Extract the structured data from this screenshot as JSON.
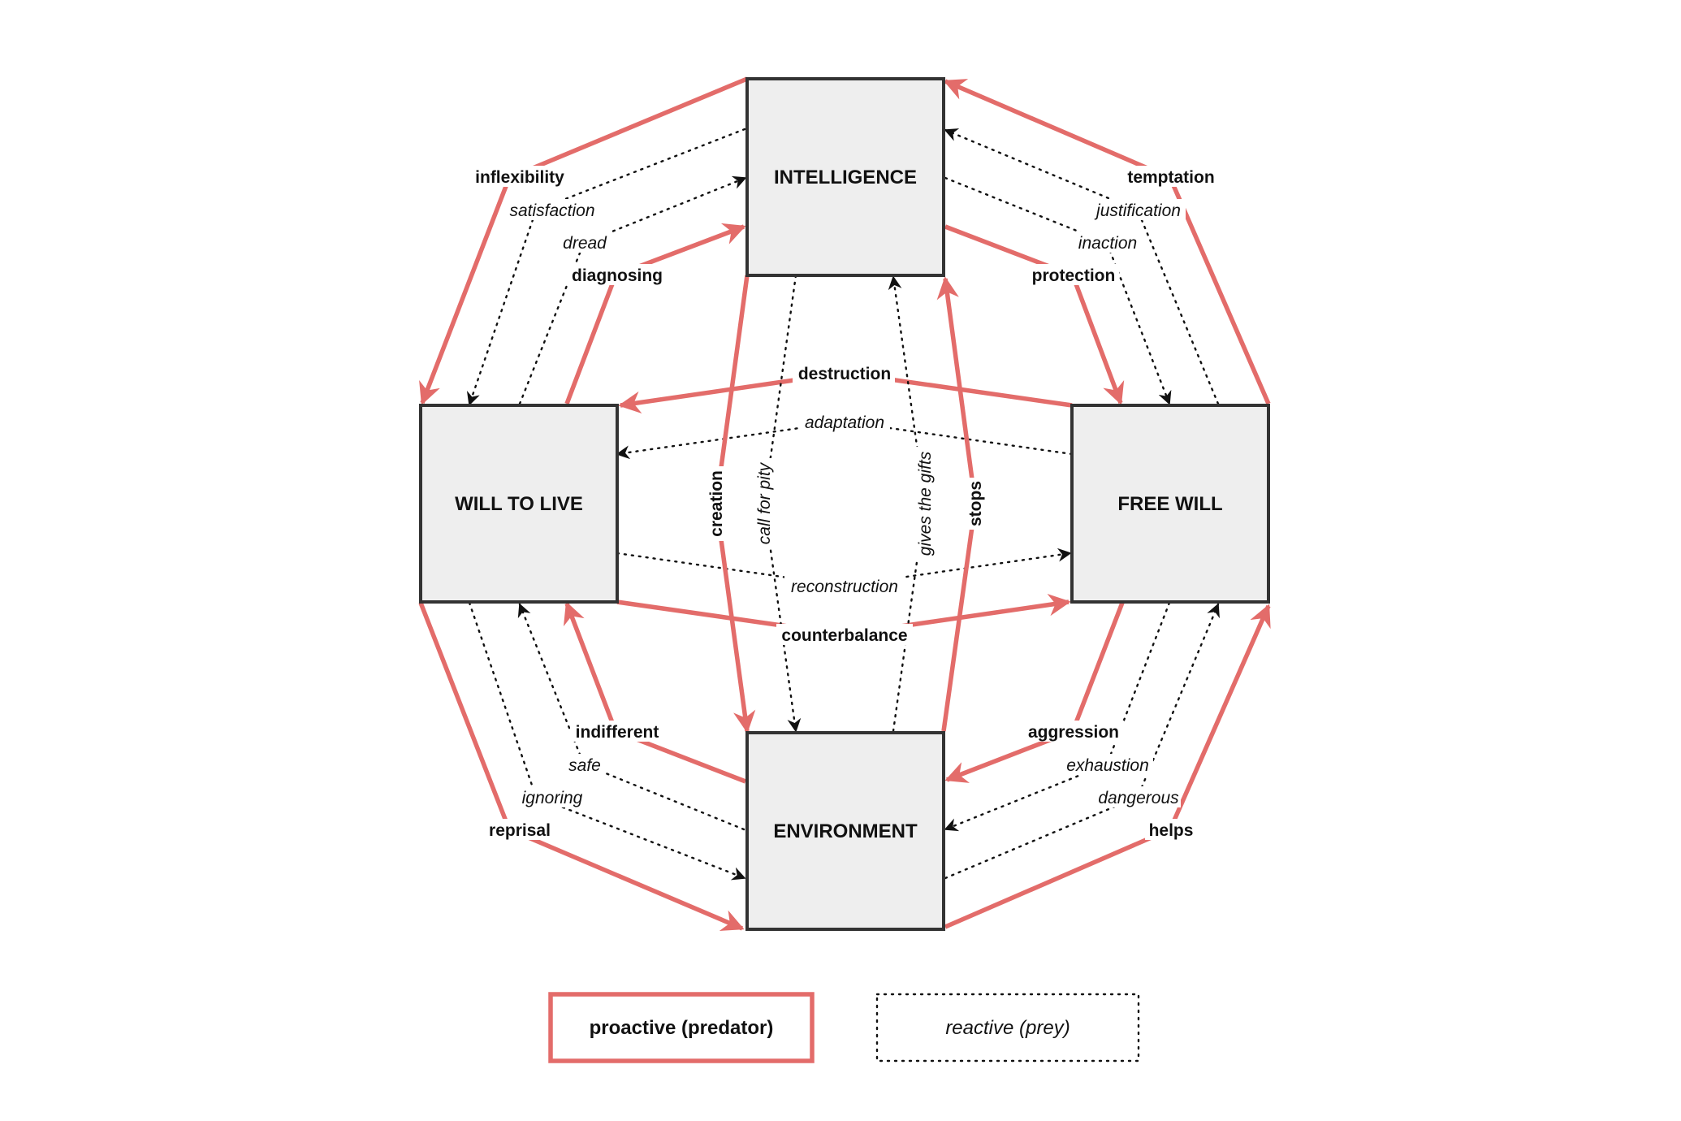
{
  "nodes": {
    "intelligence": "INTELLIGENCE",
    "will_to_live": "WILL TO LIVE",
    "free_will": "FREE WILL",
    "environment": "ENVIRONMENT"
  },
  "edges": [
    {
      "id": "inflexibility",
      "label": "inflexibility",
      "from": "intelligence",
      "to": "will_to_live",
      "kind": "proactive"
    },
    {
      "id": "satisfaction",
      "label": "satisfaction",
      "from": "intelligence",
      "to": "will_to_live",
      "kind": "reactive"
    },
    {
      "id": "dread",
      "label": "dread",
      "from": "will_to_live",
      "to": "intelligence",
      "kind": "reactive"
    },
    {
      "id": "diagnosing",
      "label": "diagnosing",
      "from": "will_to_live",
      "to": "intelligence",
      "kind": "proactive"
    },
    {
      "id": "temptation",
      "label": "temptation",
      "from": "free_will",
      "to": "intelligence",
      "kind": "proactive"
    },
    {
      "id": "justification",
      "label": "justification",
      "from": "free_will",
      "to": "intelligence",
      "kind": "reactive"
    },
    {
      "id": "inaction",
      "label": "inaction",
      "from": "intelligence",
      "to": "free_will",
      "kind": "reactive"
    },
    {
      "id": "protection",
      "label": "protection",
      "from": "intelligence",
      "to": "free_will",
      "kind": "proactive"
    },
    {
      "id": "destruction",
      "label": "destruction",
      "from": "free_will",
      "to": "will_to_live",
      "kind": "proactive"
    },
    {
      "id": "adaptation",
      "label": "adaptation",
      "from": "free_will",
      "to": "will_to_live",
      "kind": "reactive"
    },
    {
      "id": "reconstruction",
      "label": "reconstruction",
      "from": "will_to_live",
      "to": "free_will",
      "kind": "reactive"
    },
    {
      "id": "counterbalance",
      "label": "counterbalance",
      "from": "will_to_live",
      "to": "free_will",
      "kind": "proactive"
    },
    {
      "id": "creation",
      "label": "creation",
      "from": "intelligence",
      "to": "environment",
      "kind": "proactive"
    },
    {
      "id": "call_for_pity",
      "label": "call for pity",
      "from": "intelligence",
      "to": "environment",
      "kind": "reactive"
    },
    {
      "id": "gives_the_gifts",
      "label": "gives the gifts",
      "from": "environment",
      "to": "intelligence",
      "kind": "reactive"
    },
    {
      "id": "stops",
      "label": "stops",
      "from": "environment",
      "to": "intelligence",
      "kind": "proactive"
    },
    {
      "id": "indifferent",
      "label": "indifferent",
      "from": "environment",
      "to": "will_to_live",
      "kind": "proactive"
    },
    {
      "id": "safe",
      "label": "safe",
      "from": "environment",
      "to": "will_to_live",
      "kind": "reactive"
    },
    {
      "id": "ignoring",
      "label": "ignoring",
      "from": "will_to_live",
      "to": "environment",
      "kind": "reactive"
    },
    {
      "id": "reprisal",
      "label": "reprisal",
      "from": "will_to_live",
      "to": "environment",
      "kind": "proactive"
    },
    {
      "id": "aggression",
      "label": "aggression",
      "from": "free_will",
      "to": "environment",
      "kind": "proactive"
    },
    {
      "id": "exhaustion",
      "label": "exhaustion",
      "from": "free_will",
      "to": "environment",
      "kind": "reactive"
    },
    {
      "id": "dangerous",
      "label": "dangerous",
      "from": "environment",
      "to": "free_will",
      "kind": "reactive"
    },
    {
      "id": "helps",
      "label": "helps",
      "from": "environment",
      "to": "free_will",
      "kind": "proactive"
    }
  ],
  "legend": {
    "proactive": "proactive (predator)",
    "reactive": "reactive (prey)"
  },
  "colors": {
    "proactive": "#e36c6a",
    "reactive": "#111111",
    "box_fill": "#eeeeee",
    "box_stroke": "#333333"
  }
}
